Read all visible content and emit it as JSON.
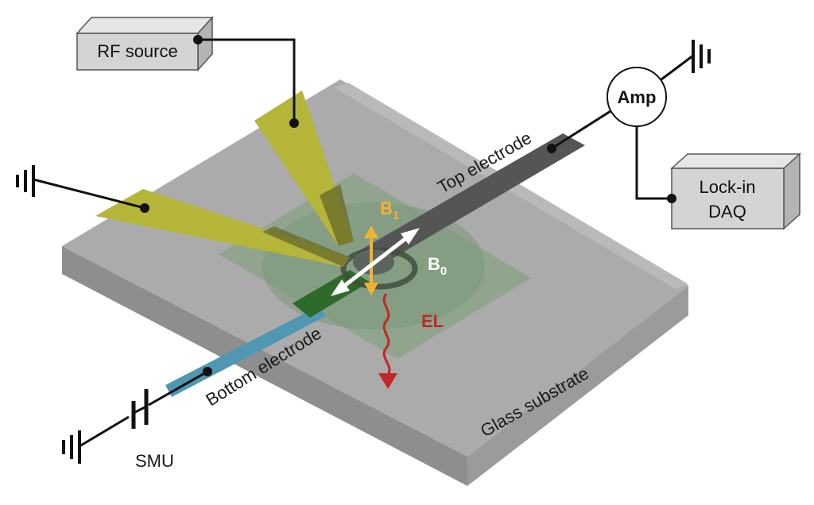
{
  "labels": {
    "rf_source": "RF source",
    "amp": "Amp",
    "lockin_line1": "Lock-in",
    "lockin_line2": "DAQ",
    "top_electrode": "Top electrode",
    "bottom_electrode": "Bottom electrode",
    "glass_substrate": "Glass substrate",
    "smu": "SMU",
    "b1_main": "B",
    "b1_sub": "1",
    "b0_main": "B",
    "b0_sub": "0",
    "el": "EL"
  },
  "colors": {
    "substrate_top": "#a9a9a9",
    "substrate_front": "#8f8f8f",
    "substrate_side": "#9a9a9a",
    "box_fill": "#d4d4d4",
    "probe_fill": "#b5b53a",
    "top_electrode_fill": "#595959",
    "bottom_electrode_fill": "#4f97b3",
    "organic_film": "#7f9e7a",
    "active_green": "#2e6b2a",
    "b1_color": "#f2b233",
    "b0_color": "#ffffff",
    "el_color": "#c0282a",
    "wire": "#111111"
  }
}
